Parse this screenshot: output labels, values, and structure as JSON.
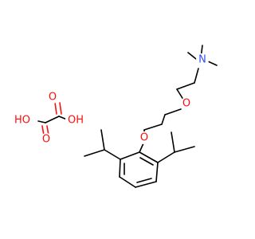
{
  "molecule": {
    "colors": {
      "carbon_bond": "#000000",
      "oxygen": "#ff0d0d",
      "nitrogen": "#3050f8",
      "background": "#ffffff"
    },
    "labels": {
      "n_dimethyl": "N",
      "o_ether_1": "O",
      "o_ether_2": "O",
      "o_oxalic_carbonyl_top": "O",
      "o_oxalic_carbonyl_bottom": "O",
      "o_oxalic_hydroxyl_left": "HO",
      "o_oxalic_hydroxyl_right": "OH"
    }
  }
}
